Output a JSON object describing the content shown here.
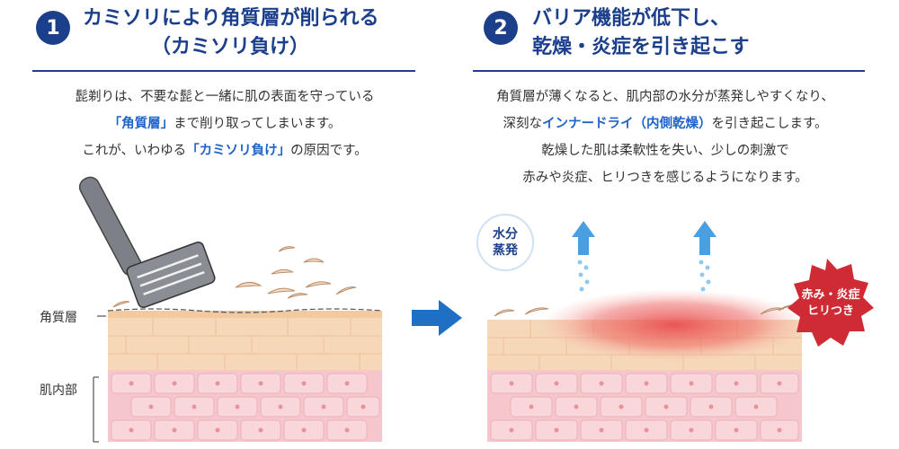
{
  "panel1": {
    "number": "1",
    "title_line1": "カミソリにより角質層が削られる",
    "title_line2": "（カミソリ負け）",
    "text_line1": "髭剃りは、不要な髭と一緒に肌の表面を守っている",
    "text_line2_hl": "「角質層」",
    "text_line2_rest": "まで削り取ってしまいます。",
    "text_line3_pre": "これが、いわゆる",
    "text_line3_hl": "「カミソリ負け」",
    "text_line3_post": "の原因です。",
    "label_stratum": "角質層",
    "label_dermis": "肌内部"
  },
  "panel2": {
    "number": "2",
    "title_line1": "バリア機能が低下し、",
    "title_line2": "乾燥・炎症を引き起こす",
    "text_line1": "角質層が薄くなると、肌内部の水分が蒸発しやすくなり、",
    "text_line2_pre": "深刻な",
    "text_line2_hl": "インナードライ（内側乾燥）",
    "text_line2_post": "を引き起こします。",
    "text_line3": "乾燥した肌は柔軟性を失い、少しの刺激で",
    "text_line4": "赤みや炎症、ヒリつきを感じるようになります。",
    "badge_water_line1": "水分",
    "badge_water_line2": "蒸発",
    "badge_red_line1": "赤み・炎症",
    "badge_red_line2": "ヒリつき"
  },
  "colors": {
    "navy": "#1c3f8c",
    "highlight": "#1f63c9",
    "skin_top": "#f6d7b8",
    "skin_dermis": "#f5c7cc",
    "inflammation": "#e8474a",
    "arrow_blue": "#1f6fc4",
    "mist_blue": "#6cb6ea"
  }
}
